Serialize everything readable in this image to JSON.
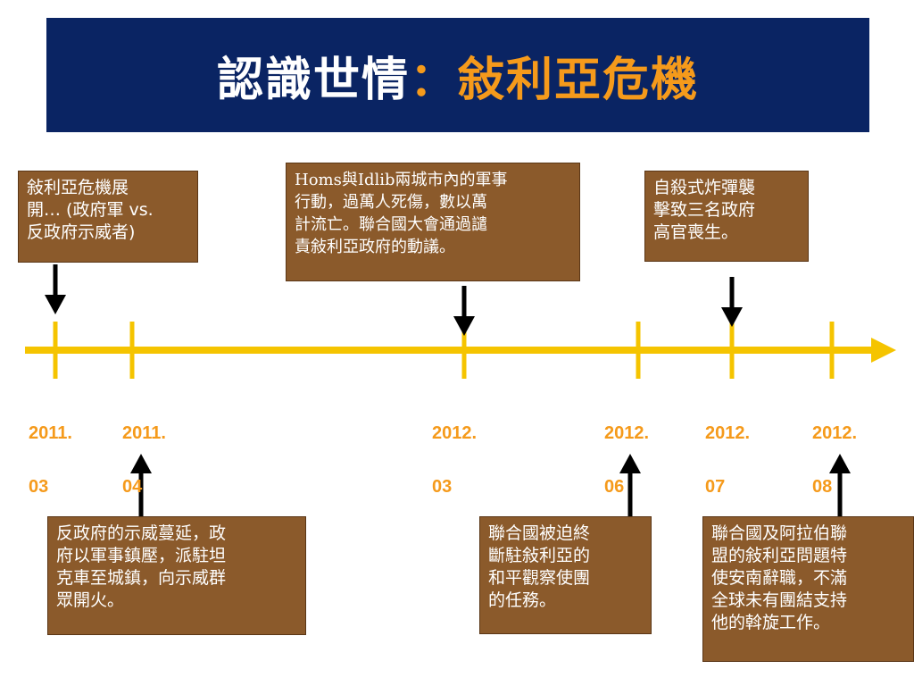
{
  "title": {
    "main": "認識世情",
    "colon": "：",
    "highlight": "敍利亞危機"
  },
  "colors": {
    "header_bg": "#0a2463",
    "accent": "#f59a1b",
    "timeline": "#f5c400",
    "box_bg": "#8b5a2b",
    "arrow": "#000000"
  },
  "dates": [
    {
      "year": "2011.",
      "month": "03"
    },
    {
      "year": "2011.",
      "month": "04"
    },
    {
      "year": "2012.",
      "month": "03"
    },
    {
      "year": "2012.",
      "month": "06"
    },
    {
      "year": "2012.",
      "month": "07"
    },
    {
      "year": "2012.",
      "month": "08"
    }
  ],
  "events_top": [
    {
      "date": "2011.03",
      "lines": [
        "敍利亞危機展",
        "開… (政府軍 vs.",
        "反政府示威者)"
      ]
    },
    {
      "date": "2012.03",
      "lines": [
        "Homs與Idlib兩城市內的軍事",
        "行動，過萬人死傷，數以萬",
        "計流亡。聯合國大會通過譴",
        "責敍利亞政府的動議。"
      ]
    },
    {
      "date": "2012.07",
      "lines": [
        "自殺式炸彈襲",
        "擊致三名政府",
        "高官喪生。"
      ]
    }
  ],
  "events_bottom": [
    {
      "date": "2011.04",
      "lines": [
        "反政府的示威蔓延，政",
        "府以軍事鎮壓，派駐坦",
        "克車至城鎮，向示威群",
        "眾開火。"
      ]
    },
    {
      "date": "2012.06",
      "lines": [
        "聯合國被迫終",
        "斷駐敍利亞的",
        "和平觀察使團",
        "的任務。"
      ]
    },
    {
      "date": "2012.08",
      "lines": [
        "聯合國及阿拉伯聯",
        "盟的敍利亞問題特",
        "使安南辭職，不滿",
        "全球未有團結支持",
        "他的斡旋工作。"
      ]
    }
  ]
}
